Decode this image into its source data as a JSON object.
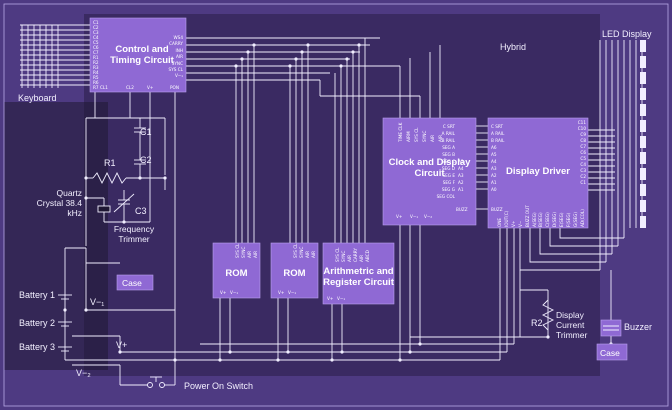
{
  "labels": {
    "hybrid": "Hybrid",
    "led_display": "LED Display",
    "keyboard": "Keyboard",
    "control_timing": "Control and Timing Circuit",
    "clock_display": "Clock and Display Circuit",
    "display_driver": "Display Driver",
    "rom1": "ROM",
    "rom2": "ROM",
    "arith_register": "Arithmetric and Register Circuit",
    "c1": "C1",
    "c2": "C2",
    "c3": "C3",
    "r1": "R1",
    "r2": "R2",
    "quartz": "Quartz Crystal 38.4 kHz",
    "freq_trimmer": "Frequency Trimmer",
    "case_top": "Case",
    "case_bottom": "Case",
    "battery1": "Battery 1",
    "battery2": "Battery 2",
    "battery3": "Battery 3",
    "vminus1": "V−₁",
    "vplus": "V+",
    "vminus2": "V−₂",
    "display_current_trimmer": "Display Current Trimmer",
    "buzzer": "Buzzer",
    "power_switch": "Power On Switch"
  },
  "pins": {
    "ctrl_left": [
      "C1",
      "C2",
      "C3",
      "C4",
      "C5",
      "C6",
      "C7",
      "R1",
      "R2",
      "R3",
      "R4",
      "R5",
      "R6",
      "R7"
    ],
    "ctrl_right": [
      "WS4",
      "CARRY",
      "INH",
      "AIR",
      "SYNC",
      "SYS CL",
      "V−₁"
    ],
    "ctrl_bottom": [
      "CL1",
      "CL2",
      "V+",
      "PON"
    ],
    "clock_left": [
      "C SRT",
      "A RAIL",
      "B RAIL",
      "SEG A",
      "SEG B",
      "SEG C",
      "SEG D",
      "SEG E",
      "SEG F",
      "SEG G",
      "SEG COL"
    ],
    "clock_top": [
      "TIME CLK",
      "AIRM",
      "SYS CL",
      "SYNC",
      "AIR",
      "AIR"
    ],
    "clock_bottom": [
      "V+",
      "V−₁",
      "V−₂"
    ],
    "clock_right": [
      "BUZZ"
    ],
    "clock_mid": [
      "A5",
      "A4",
      "A3",
      "A2",
      "A1"
    ],
    "driver_left": [
      "C SRT",
      "A RAIL",
      "B RAIL",
      "A6",
      "A5",
      "A4",
      "A3",
      "A2",
      "A1",
      "A0"
    ],
    "driver_right": [
      "C11",
      "C10",
      "C9",
      "C8",
      "C7",
      "C6",
      "C5",
      "C4",
      "C3",
      "C2",
      "C1"
    ],
    "driver_buzz": "BUZZ",
    "driver_bottom": [
      "ONE",
      "IOUT(C)",
      "V+",
      "V−",
      "BUZZ OUT",
      "A(SEG)",
      "B(SEG)",
      "C(SEG)",
      "D(SEG)",
      "E(SEG)",
      "F(SEG)",
      "G(SEG)",
      "AD(COL)"
    ],
    "rom_top": [
      "SYS CL",
      "SYNC",
      "AIR",
      "AIR"
    ],
    "rom_bottom": [
      "V+",
      "V−₁"
    ],
    "arith_top": [
      "SYS CL",
      "SYNC",
      "AIR",
      "CARRY",
      "AIR",
      "ABCD"
    ],
    "arith_bottom": [
      "V+",
      "V−₁"
    ]
  },
  "colors": {
    "background": "#4e3a82",
    "hybrid": "#3f2e68",
    "chip": "#8f69d4",
    "lines": "#f1eeff"
  }
}
